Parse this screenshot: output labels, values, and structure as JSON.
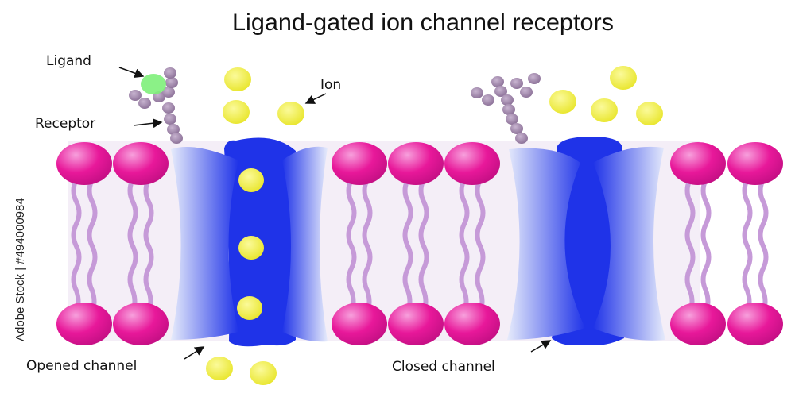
{
  "title": "Ligand-gated ion channel receptors",
  "labels": {
    "ligand": "Ligand",
    "receptor": "Receptor",
    "ion": "Ion",
    "opened_channel": "Opened channel",
    "closed_channel": "Closed channel"
  },
  "watermark": "Adobe Stock | #494000984",
  "colors": {
    "membrane": "#f4eef7",
    "lipid_head": "#e8189a",
    "lipid_tail": "#c69ad8",
    "protein_dark": "#1f33e8",
    "protein_light": "#e6ebfb",
    "ion": "#f0ee3c",
    "ligand": "#7ef07a",
    "receptor_bead": "#9c84a6"
  }
}
